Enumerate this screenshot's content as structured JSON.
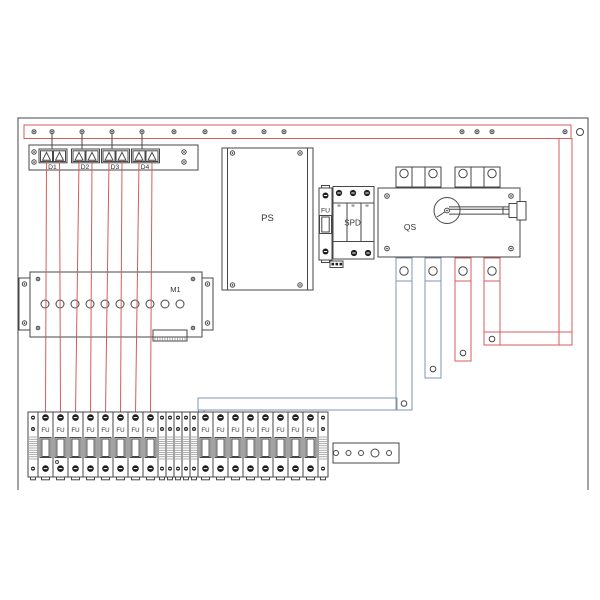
{
  "colors": {
    "line": "#474747",
    "red": "#d65c5c",
    "blue": "#8093b4",
    "text": "#333333"
  },
  "labels": {
    "ps": "PS",
    "fu": "FU",
    "spd": "SPD",
    "qs": "QS",
    "m1": "M1"
  },
  "top_strip": {
    "modules": [
      {
        "label": "D1"
      },
      {
        "label": "D2"
      },
      {
        "label": "D3"
      },
      {
        "label": "D4"
      }
    ]
  },
  "fuse_row": {
    "groups": [
      {
        "label": "FU",
        "count": 8
      },
      {
        "label": "FU",
        "count": 8
      }
    ],
    "narrow_terminals": 5
  },
  "counts": {
    "busbar_holes": 14,
    "m1_holes": 10,
    "ground_bar_holes": 5,
    "qs_output_bars": 4
  }
}
